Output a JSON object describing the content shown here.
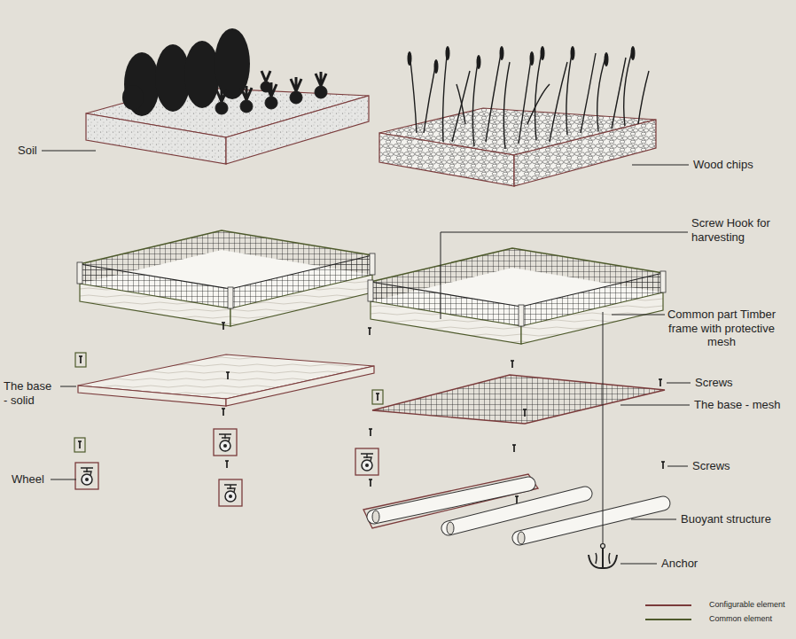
{
  "diagram": {
    "labels": [
      "Soil",
      "Wood chips",
      "Screw Hook for harvesting",
      "Common part Timber frame with protective mesh",
      "The base - solid",
      "Screws",
      "The base - mesh",
      "Wheel",
      "Screws",
      "Buoyant structure",
      "Anchor"
    ],
    "legend": [
      {
        "text": "Configurable element"
      },
      {
        "text": "Common element"
      }
    ]
  }
}
